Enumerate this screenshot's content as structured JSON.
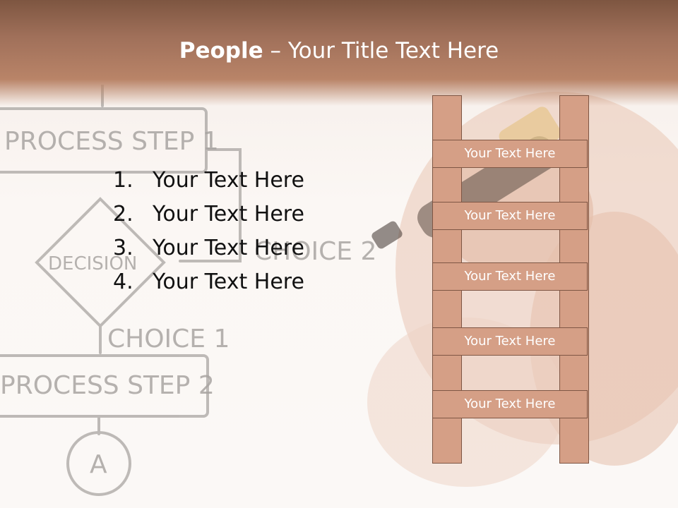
{
  "title": {
    "bold": "People",
    "rest": " – Your Title Text Here"
  },
  "list": [
    {
      "num": "1.",
      "text": "Your Text Here"
    },
    {
      "num": "2.",
      "text": "Your Text Here"
    },
    {
      "num": "3.",
      "text": "Your Text Here"
    },
    {
      "num": "4.",
      "text": "Your Text Here"
    }
  ],
  "ladder_rungs": [
    "Your Text Here",
    "Your Text Here",
    "Your Text Here",
    "Your Text Here",
    "Your Text Here"
  ],
  "flowchart": {
    "step1": "PROCESS STEP 1",
    "decision": "DECISION",
    "choice2": "CHOICE 2",
    "choice1": "CHOICE 1",
    "step2": "PROCESS STEP 2",
    "connector": "A"
  },
  "colors": {
    "header": "#a0705a",
    "ladder": "#d59f86",
    "ladder_border": "#7e5644"
  }
}
